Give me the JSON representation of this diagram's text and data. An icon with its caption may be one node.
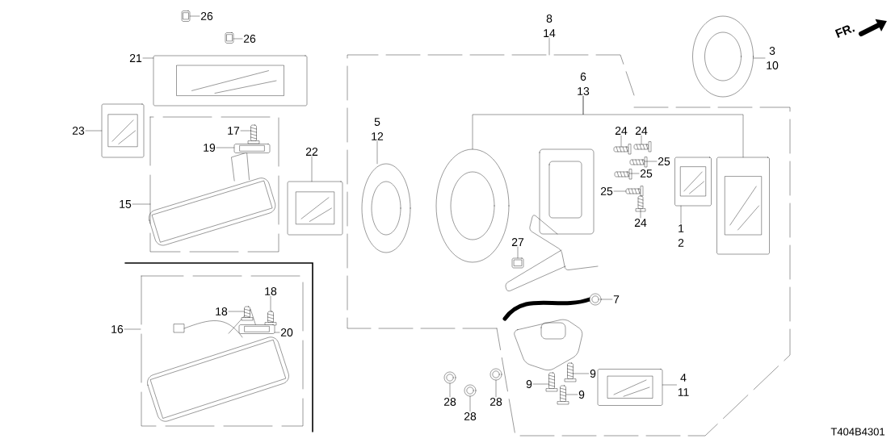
{
  "diagram": {
    "nodes": [
      {
        "text": [
          "26"
        ]
      },
      {
        "text": [],
        "shape": "picture"
      },
      {
        "text": [
          "26"
        ]
      },
      {
        "text": [],
        "shape": "picture"
      },
      {
        "text": [
          "21"
        ]
      },
      {
        "text": [],
        "shape": "picture"
      },
      {
        "text": [
          "23"
        ]
      },
      {
        "text": [],
        "shape": "picture"
      },
      {
        "text": [
          "17"
        ]
      },
      {
        "text": [],
        "shape": "picture"
      },
      {
        "text": [
          "19"
        ]
      },
      {
        "text": [],
        "shape": "picture"
      },
      {
        "text": [
          "15"
        ]
      },
      {
        "text": [
          "22"
        ]
      },
      {
        "text": [],
        "shape": "picture"
      },
      {
        "text": [
          "16"
        ]
      },
      {
        "text": [
          "18"
        ]
      },
      {
        "text": [],
        "shape": "picture"
      },
      {
        "text": [
          "18"
        ]
      },
      {
        "text": [],
        "shape": "picture"
      },
      {
        "text": [
          "20"
        ]
      },
      {
        "text": [],
        "shape": "picture"
      },
      {
        "text": [
          "8",
          "14"
        ]
      },
      {
        "text": [
          "6",
          "13"
        ]
      },
      {
        "text": [],
        "shape": "picture"
      },
      {
        "text": [],
        "shape": "picture"
      },
      {
        "text": [
          "5",
          "12"
        ]
      },
      {
        "text": [],
        "shape": "picture"
      },
      {
        "text": [
          "3",
          "10"
        ]
      },
      {
        "text": [],
        "shape": "picture"
      },
      {
        "text": [
          "24"
        ]
      },
      {
        "text": [],
        "shape": "picture"
      },
      {
        "text": [
          "24"
        ]
      },
      {
        "text": [],
        "shape": "picture"
      },
      {
        "text": [
          "25"
        ]
      },
      {
        "text": [],
        "shape": "picture"
      },
      {
        "text": [
          "25"
        ]
      },
      {
        "text": [],
        "shape": "picture"
      },
      {
        "text": [
          "25"
        ]
      },
      {
        "text": [],
        "shape": "picture"
      },
      {
        "text": [
          "24"
        ]
      },
      {
        "text": [],
        "shape": "picture"
      },
      {
        "text": [
          "1",
          "2"
        ]
      },
      {
        "text": [],
        "shape": "picture"
      },
      {
        "text": [
          "27"
        ]
      },
      {
        "text": [],
        "shape": "picture"
      },
      {
        "text": [
          "7"
        ]
      },
      {
        "text": [],
        "shape": "picture"
      },
      {
        "text": [
          "9"
        ]
      },
      {
        "text": [],
        "shape": "picture"
      },
      {
        "text": [
          "9"
        ]
      },
      {
        "text": [],
        "shape": "picture"
      },
      {
        "text": [
          "9"
        ]
      },
      {
        "text": [],
        "shape": "picture"
      },
      {
        "text": [
          "4",
          "11"
        ]
      },
      {
        "text": [],
        "shape": "picture"
      },
      {
        "text": [
          "28"
        ]
      },
      {
        "text": [],
        "shape": "picture"
      },
      {
        "text": [
          "28"
        ]
      },
      {
        "text": [],
        "shape": "picture"
      },
      {
        "text": [
          "28"
        ]
      },
      {
        "text": [],
        "shape": "picture"
      }
    ],
    "edges": [
      {
        "from": 0,
        "to": 1,
        "arrow": "none"
      },
      {
        "from": 2,
        "to": 3,
        "arrow": "none"
      },
      {
        "from": 4,
        "to": 5,
        "arrow": "none"
      },
      {
        "from": 6,
        "to": 7,
        "arrow": "none"
      },
      {
        "from": 8,
        "to": 9,
        "arrow": "none"
      },
      {
        "from": 10,
        "to": 11,
        "arrow": "none"
      },
      {
        "from": 12,
        "to": null,
        "arrow": "none"
      },
      {
        "from": 13,
        "to": 14,
        "arrow": "none"
      },
      {
        "from": 15,
        "to": null,
        "arrow": "none"
      },
      {
        "from": 16,
        "to": 17,
        "arrow": "none"
      },
      {
        "from": 18,
        "to": 19,
        "arrow": "none"
      },
      {
        "from": 20,
        "to": 21,
        "arrow": "none"
      },
      {
        "from": 22,
        "to": null,
        "arrow": "none"
      },
      {
        "from": 23,
        "to": 24,
        "arrow": "none"
      },
      {
        "from": 23,
        "to": 25,
        "arrow": "none"
      },
      {
        "from": 26,
        "to": 27,
        "arrow": "none"
      },
      {
        "from": 28,
        "to": 29,
        "arrow": "none"
      },
      {
        "from": 30,
        "to": 31,
        "arrow": "none"
      },
      {
        "from": 32,
        "to": 33,
        "arrow": "none"
      },
      {
        "from": 34,
        "to": 35,
        "arrow": "none"
      },
      {
        "from": 36,
        "to": 37,
        "arrow": "none"
      },
      {
        "from": 38,
        "to": 39,
        "arrow": "none"
      },
      {
        "from": 40,
        "to": 41,
        "arrow": "none"
      },
      {
        "from": 42,
        "to": 43,
        "arrow": "none"
      },
      {
        "from": 44,
        "to": 45,
        "arrow": "none"
      },
      {
        "from": 46,
        "to": 47,
        "arrow": "none"
      },
      {
        "from": 48,
        "to": 49,
        "arrow": "none"
      },
      {
        "from": 50,
        "to": 51,
        "arrow": "none"
      },
      {
        "from": 52,
        "to": 53,
        "arrow": "none"
      },
      {
        "from": 54,
        "to": 55,
        "arrow": "none"
      },
      {
        "from": 56,
        "to": 57,
        "arrow": "none"
      },
      {
        "from": 58,
        "to": 59,
        "arrow": "none"
      },
      {
        "from": 60,
        "to": 61,
        "arrow": "none"
      }
    ],
    "labels": [
      "FR.",
      "T404B4301"
    ]
  }
}
